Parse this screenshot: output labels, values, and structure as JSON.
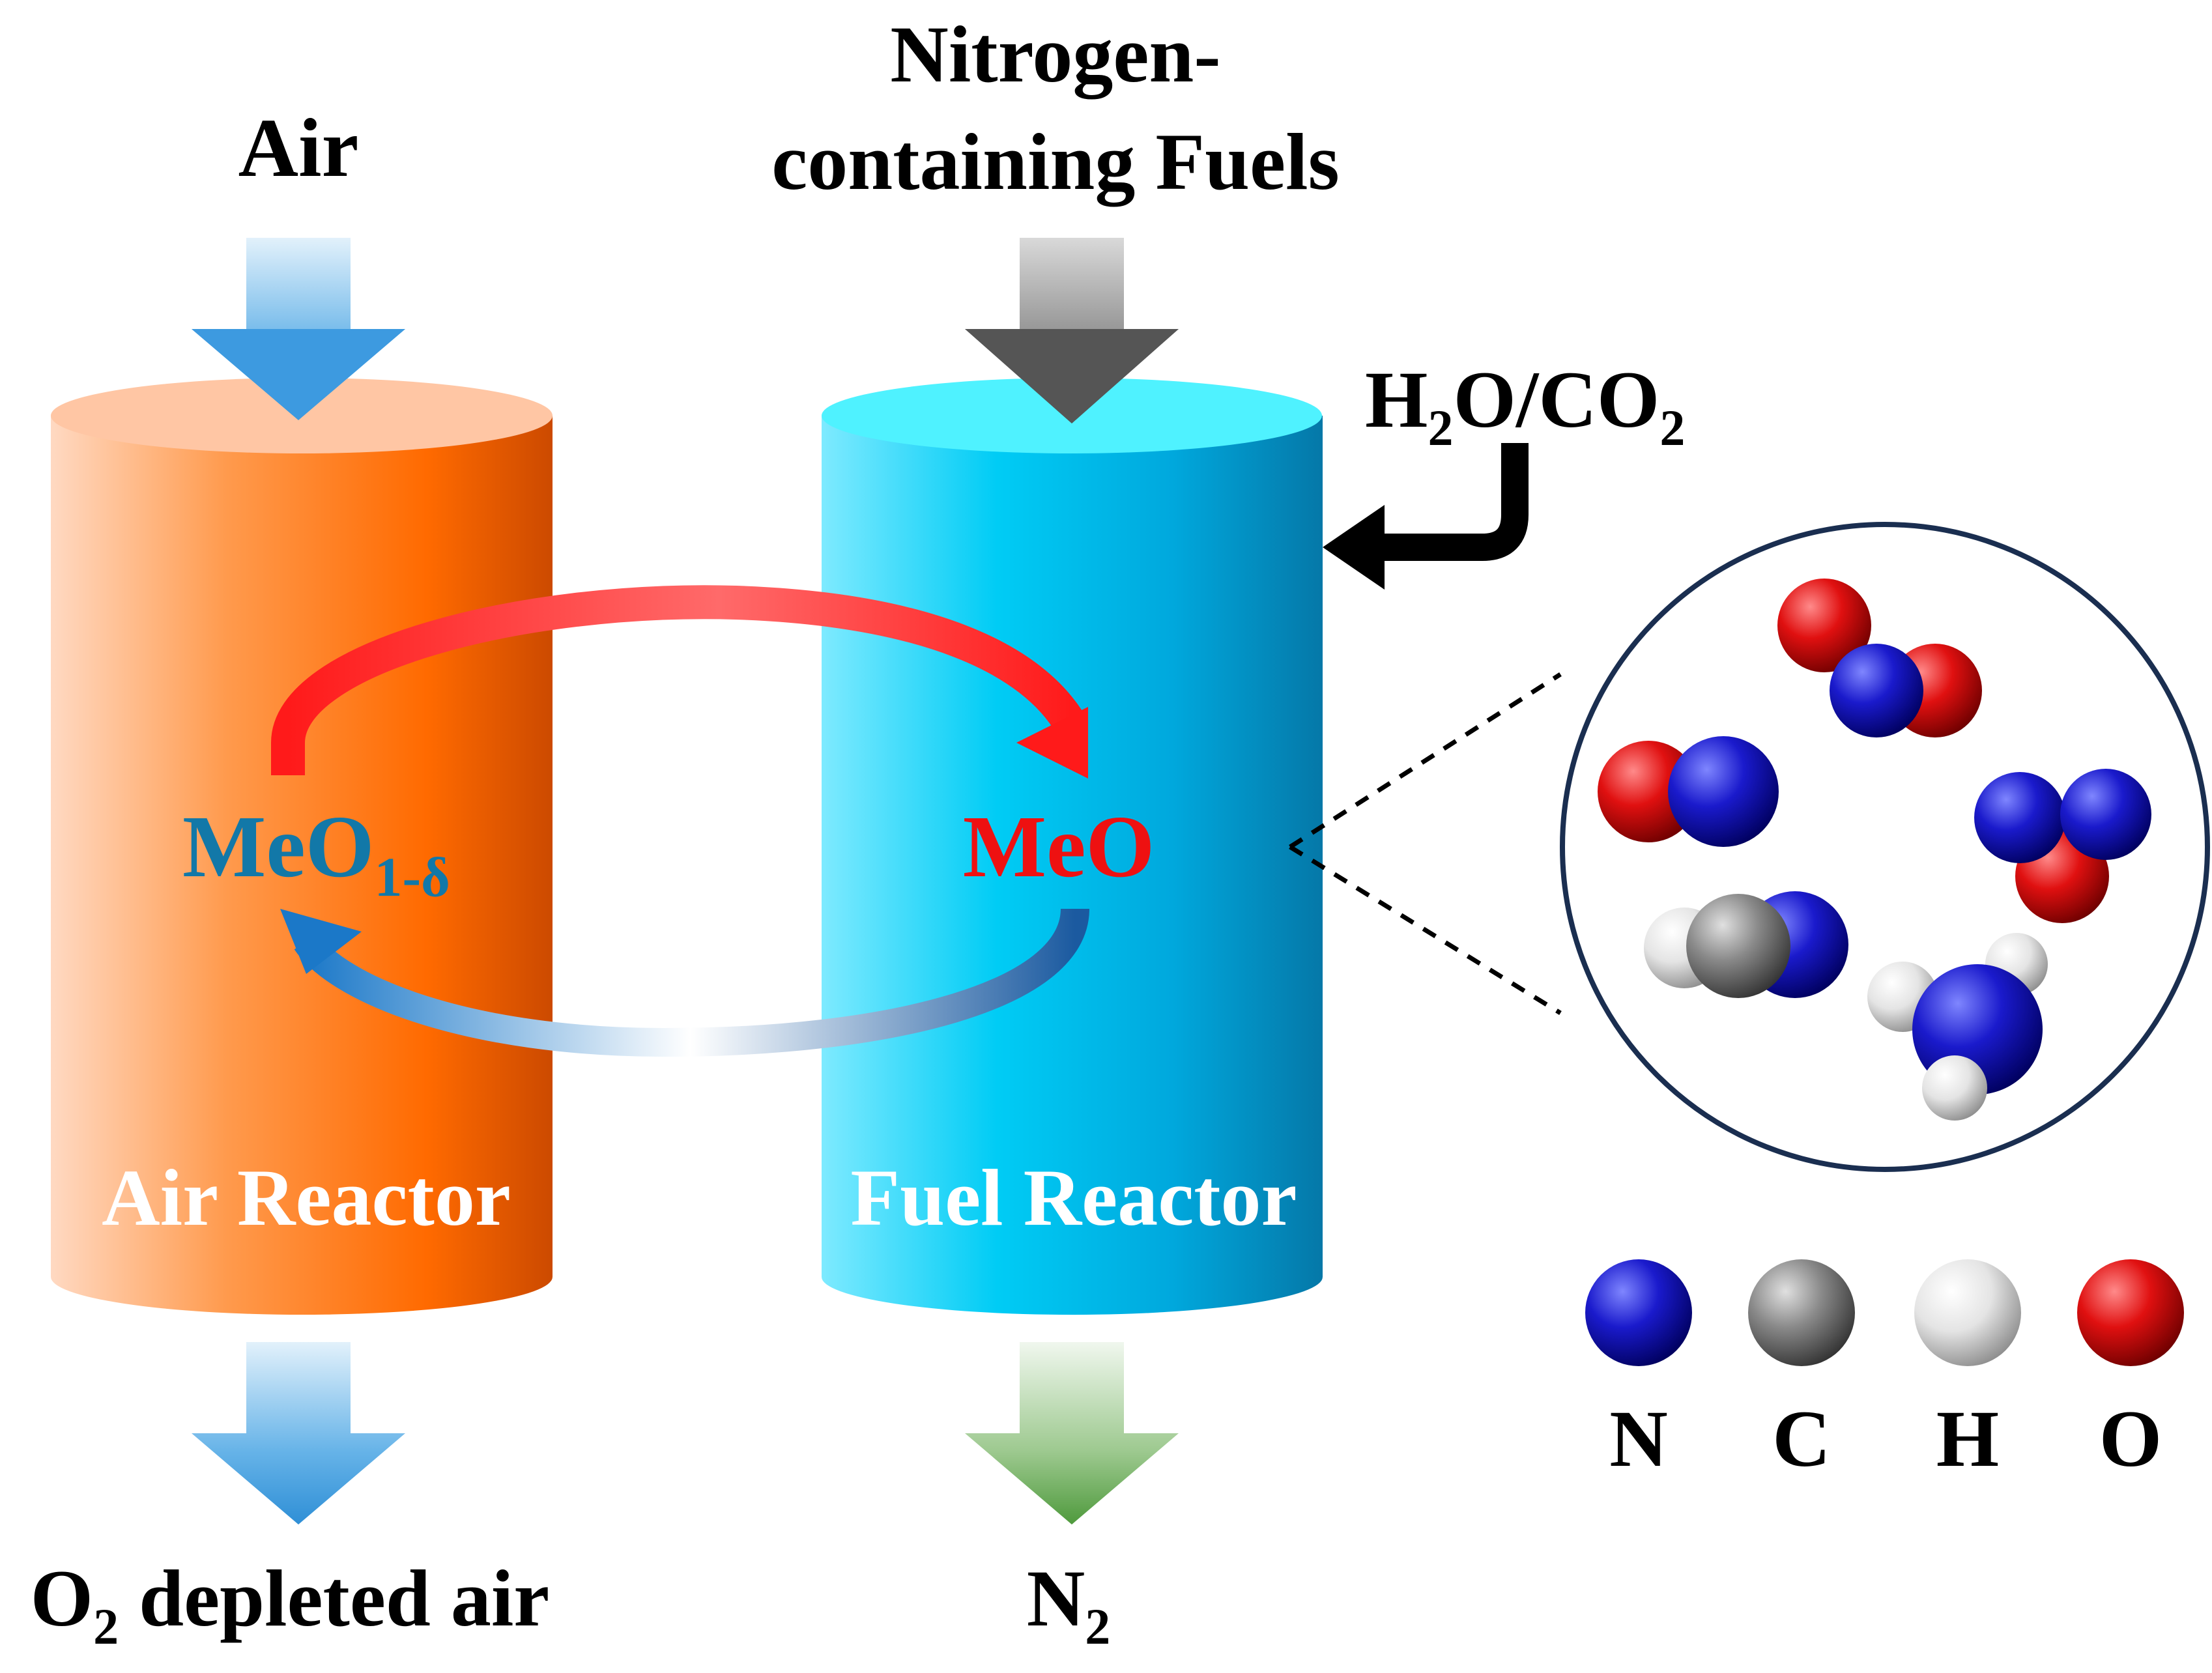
{
  "inputs": {
    "air": "Air",
    "fuel_line1": "Nitrogen-",
    "fuel_line2": "containing Fuels",
    "gasifier": {
      "h": "H",
      "two_a": "2",
      "middle": "O/CO",
      "two_b": "2"
    }
  },
  "reactors": {
    "air": {
      "label": "Air Reactor"
    },
    "fuel": {
      "label": "Fuel Reactor"
    }
  },
  "oxygen_carrier": {
    "reduced": {
      "base": "MeO",
      "sub": "1-δ"
    },
    "oxidized": "MeO"
  },
  "outputs": {
    "air": {
      "o": "O",
      "two": "2",
      "rest": " depleted air"
    },
    "fuel": {
      "n": "N",
      "two": "2"
    }
  },
  "legend": [
    {
      "symbol": "N",
      "color": "#1a1acc"
    },
    {
      "symbol": "C",
      "color": "#7f7f7f"
    },
    {
      "symbol": "H",
      "color": "#e6e6e6"
    },
    {
      "symbol": "O",
      "color": "#e01010"
    }
  ],
  "colors": {
    "air_reactor": "#ff6a00",
    "fuel_reactor": "#00b4e6",
    "oxidation_arrow": "#ff1a1a",
    "reduction_arrow": "#1b78c8",
    "zoom_circle": "#1a2e50"
  }
}
